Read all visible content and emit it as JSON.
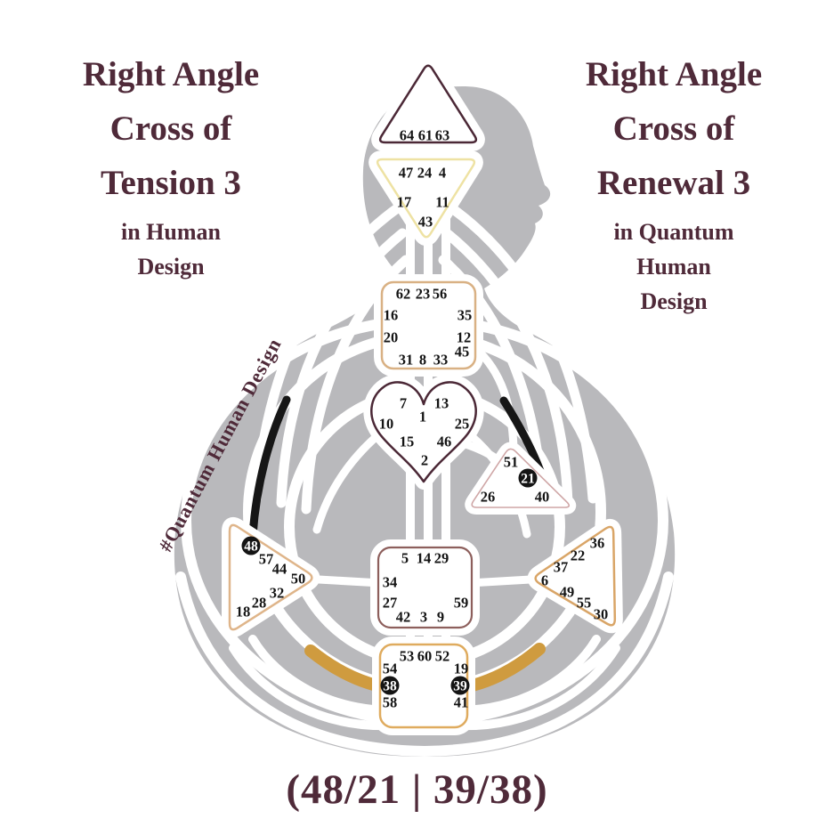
{
  "titles": {
    "left": {
      "main": [
        "Right Angle",
        "Cross of",
        "Tension 3"
      ],
      "sub": [
        "in Human",
        "Design"
      ]
    },
    "right": {
      "main": [
        "Right Angle",
        "Cross of",
        "Renewal 3"
      ],
      "sub": [
        "in Quantum",
        "Human",
        "Design"
      ]
    }
  },
  "watermark": "#Quantum Human Design",
  "cross_notation": "(48/21 | 39/38)",
  "colors": {
    "title_text": "#4f2a39",
    "silhouette": "#b9b9bc",
    "channel_white": "#ffffff",
    "activation_black": "#161616",
    "activation_gold": "#cf9b3f",
    "gate_text": "#141414",
    "highlight_fill": "#141414",
    "highlight_text": "#ffffff",
    "head_border": "#4b2836",
    "ajna_border": "#eee2a3",
    "throat_border": "#d9b184",
    "g_border": "#4b2836",
    "ego_border": "#cfa6a6",
    "spleen_border": "#dfb58a",
    "solar_border": "#d9a567",
    "sacral_border": "#8d5f5c",
    "root_border": "#dfab5e"
  },
  "bodygraph": {
    "centers": {
      "head": {
        "gates": [
          64,
          61,
          63
        ]
      },
      "ajna": {
        "gates": [
          47,
          24,
          4,
          17,
          11,
          43
        ]
      },
      "throat": {
        "gates": [
          62,
          23,
          56,
          16,
          35,
          20,
          12,
          45,
          31,
          8,
          33
        ]
      },
      "g": {
        "gates": [
          7,
          13,
          1,
          10,
          25,
          15,
          46,
          2
        ]
      },
      "ego": {
        "gates": [
          51,
          21,
          26,
          40
        ]
      },
      "spleen": {
        "gates": [
          48,
          57,
          44,
          50,
          32,
          28,
          18
        ]
      },
      "solar": {
        "gates": [
          36,
          22,
          37,
          6,
          49,
          55,
          30
        ]
      },
      "sacral": {
        "gates": [
          5,
          14,
          29,
          34,
          27,
          59,
          42,
          3,
          9
        ]
      },
      "root": {
        "gates": [
          53,
          60,
          52,
          54,
          19,
          38,
          39,
          58,
          41
        ]
      }
    },
    "highlighted_gates": [
      48,
      21,
      38,
      39
    ]
  }
}
